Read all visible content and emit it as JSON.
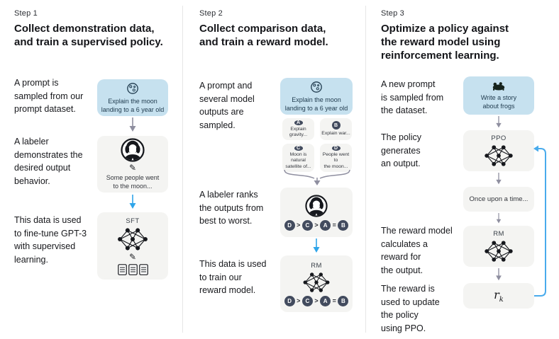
{
  "colors": {
    "prompt_box_bg": "#c6e1ef",
    "panel_bg": "#f4f4f2",
    "gray_arrow": "#8f8fa0",
    "blue_arrow": "#2fa5e9",
    "loop_arrow": "#49abec",
    "badge_bg": "#424b5e"
  },
  "columns": [
    {
      "step": "Step 1",
      "title": "Collect demonstration data,\nand train a supervised policy.",
      "paragraphs": [
        "A prompt is\nsampled from our\nprompt dataset.",
        "A labeler\ndemonstrates the\ndesired output\nbehavior.",
        "This data is used\nto fine-tune GPT-3\nwith supervised\nlearning."
      ],
      "prompt_box": {
        "text": "Explain the moon\nlanding to a 6 year old"
      },
      "labeler_box": {
        "pencil": "✎",
        "text": "Some people went\nto the moon..."
      },
      "model_box": {
        "label": "SFT",
        "pencil": "✎"
      }
    },
    {
      "step": "Step 2",
      "title": "Collect comparison data,\nand train a reward model.",
      "paragraphs": [
        "A prompt and\nseveral model\noutputs are\nsampled.",
        "A labeler ranks\nthe outputs from\nbest to worst.",
        "This data is used\nto train our\nreward model."
      ],
      "prompt_box": {
        "text": "Explain the moon\nlanding to a 6 year old"
      },
      "outputs": [
        {
          "badge": "A",
          "text": "Explain gravity..."
        },
        {
          "badge": "B",
          "text": "Explain war..."
        },
        {
          "badge": "C",
          "text": "Moon is natural\nsatellite of..."
        },
        {
          "badge": "D",
          "text": "People went to\nthe moon..."
        }
      ],
      "ranking": {
        "b0": "D",
        "s0": ">",
        "b1": "C",
        "s1": ">",
        "b2": "A",
        "s2": "=",
        "b3": "B"
      },
      "model_box": {
        "label": "RM"
      }
    },
    {
      "step": "Step 3",
      "title": "Optimize a policy against\nthe reward model using\nreinforcement learning.",
      "paragraphs": [
        "A new prompt\nis sampled from\nthe dataset.",
        "The policy\ngenerates\nan output.",
        "The reward model\ncalculates a\nreward for\nthe output.",
        "The reward is\nused to update\nthe policy\nusing PPO."
      ],
      "prompt_box": {
        "text": "Write a story\nabout frogs"
      },
      "policy_box": {
        "label": "PPO"
      },
      "output_box": {
        "text": "Once upon a time..."
      },
      "rm_box": {
        "label": "RM"
      },
      "reward_box": {
        "base": "r",
        "sub": "k"
      }
    }
  ]
}
